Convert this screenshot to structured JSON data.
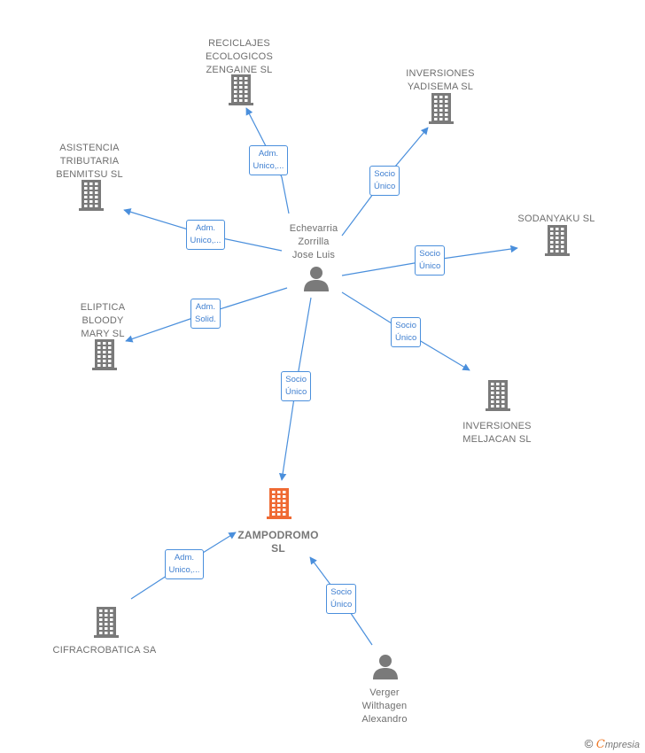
{
  "colors": {
    "company": "#7a7a7a",
    "focus": "#ef6a33",
    "person": "#7a7a7a",
    "edge": "#4a8fdc"
  },
  "nodes": [
    {
      "id": "reciclajes",
      "kind": "company",
      "label": "RECICLAJES\nECOLOGICOS\nZENGAINE  SL"
    },
    {
      "id": "yadisema",
      "kind": "company",
      "label": "INVERSIONES\nYADISEMA  SL"
    },
    {
      "id": "asistencia",
      "kind": "company",
      "label": "ASISTENCIA\nTRIBUTARIA\nBENMITSU  SL"
    },
    {
      "id": "sodanyaku",
      "kind": "company",
      "label": "SODANYAKU SL"
    },
    {
      "id": "echevarria",
      "kind": "person",
      "label": "Echevarria\nZorrilla\nJose Luis"
    },
    {
      "id": "eliptica",
      "kind": "company",
      "label": "ELIPTICA\nBLOODY\nMARY SL"
    },
    {
      "id": "meljacan",
      "kind": "company",
      "label": "INVERSIONES\nMELJACAN  SL"
    },
    {
      "id": "zampodromo",
      "kind": "focus",
      "label": "ZAMPODROMO\nSL"
    },
    {
      "id": "cifracrobatica",
      "kind": "company",
      "label": "CIFRACROBATICA SA"
    },
    {
      "id": "verger",
      "kind": "person",
      "label": "Verger\nWilthagen\nAlexandro"
    }
  ],
  "edges": [
    {
      "from": "echevarria",
      "to": "reciclajes",
      "label": "Adm.\nUnico,..."
    },
    {
      "from": "echevarria",
      "to": "yadisema",
      "label": "Socio\nÚnico"
    },
    {
      "from": "echevarria",
      "to": "asistencia",
      "label": "Adm.\nUnico,..."
    },
    {
      "from": "echevarria",
      "to": "sodanyaku",
      "label": "Socio\nÚnico"
    },
    {
      "from": "echevarria",
      "to": "eliptica",
      "label": "Adm.\nSolid."
    },
    {
      "from": "echevarria",
      "to": "meljacan",
      "label": "Socio\nÚnico"
    },
    {
      "from": "echevarria",
      "to": "zampodromo",
      "label": "Socio\nÚnico"
    },
    {
      "from": "cifracrobatica",
      "to": "zampodromo",
      "label": "Adm.\nUnico,..."
    },
    {
      "from": "verger",
      "to": "zampodromo",
      "label": "Socio\nÚnico"
    }
  ],
  "footer": {
    "copyright": "©",
    "brand_initial": "C",
    "brand_rest": "mpresia"
  }
}
